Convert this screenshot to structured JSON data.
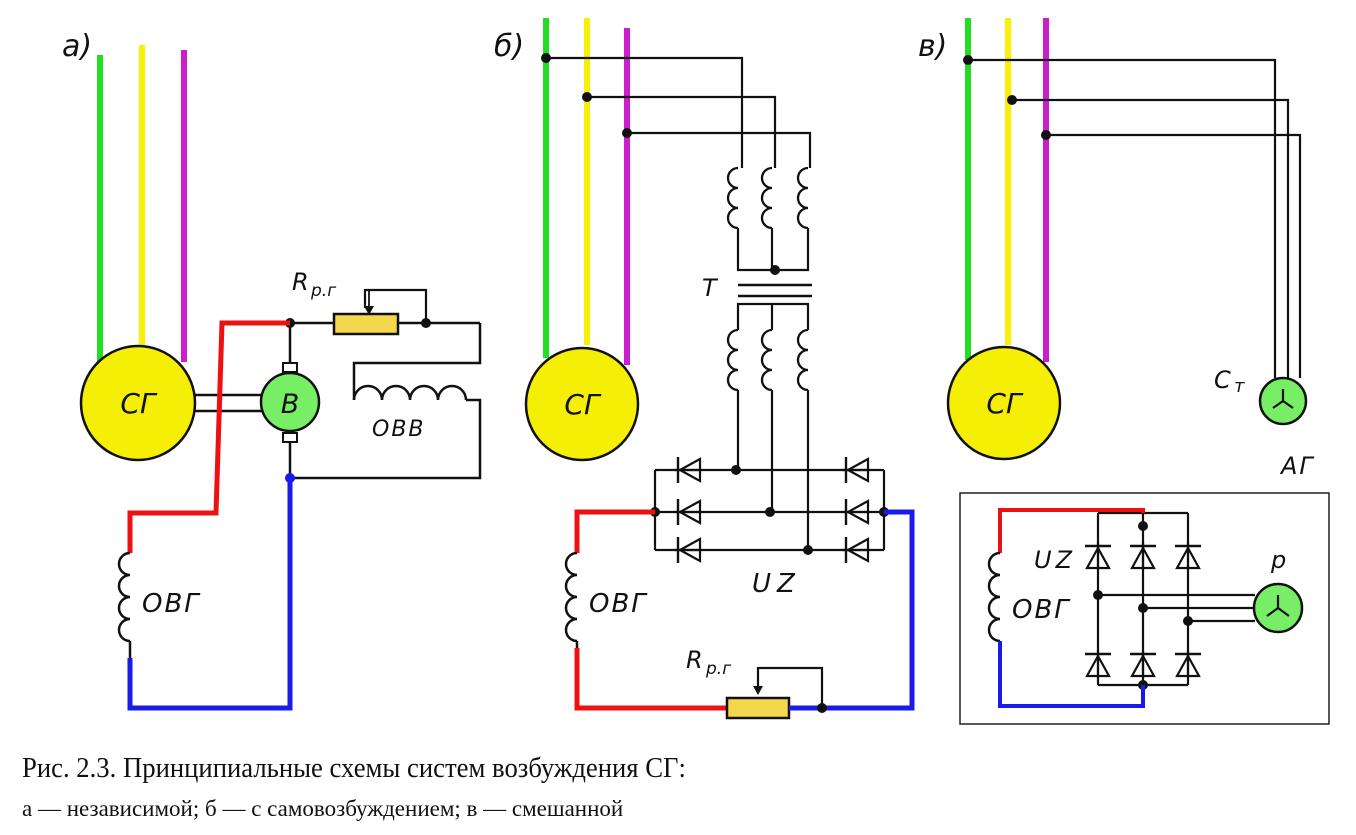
{
  "colors": {
    "phase_a": "#22dd22",
    "phase_b": "#f7f000",
    "phase_c": "#cc1ecc",
    "dc_plus": "#ee1111",
    "dc_minus": "#1a1aee",
    "generator_fill": "#f5ee05",
    "exciter_fill": "#77ee66",
    "rheostat_fill": "#f2d84a",
    "wire": "#111111"
  },
  "diagram": {
    "panels": [
      {
        "letter": "а)",
        "generator": "СГ",
        "exciter": "В",
        "rheostat": "R",
        "rheostat_sub": "р.г",
        "exciter_winding": "ОВВ",
        "field_winding": "ОВГ"
      },
      {
        "letter": "б)",
        "generator": "СГ",
        "transformer": "Т",
        "rectifier": "UZ",
        "rheostat": "R",
        "rheostat_sub": "р.г",
        "field_winding": "ОВГ"
      },
      {
        "letter": "в)",
        "generator": "СГ",
        "current_transformer": "С",
        "current_transformer_sub": "т",
        "aux_generator": "АГ",
        "rectifier": "UZ",
        "rotor": "р",
        "field_winding": "ОВГ"
      }
    ]
  },
  "caption": {
    "title": "Рис. 2.3. Принципиальные схемы систем возбуждения СГ:",
    "subtitle": "а — независимой; б — с самовозбуждением; в — смешанной"
  }
}
